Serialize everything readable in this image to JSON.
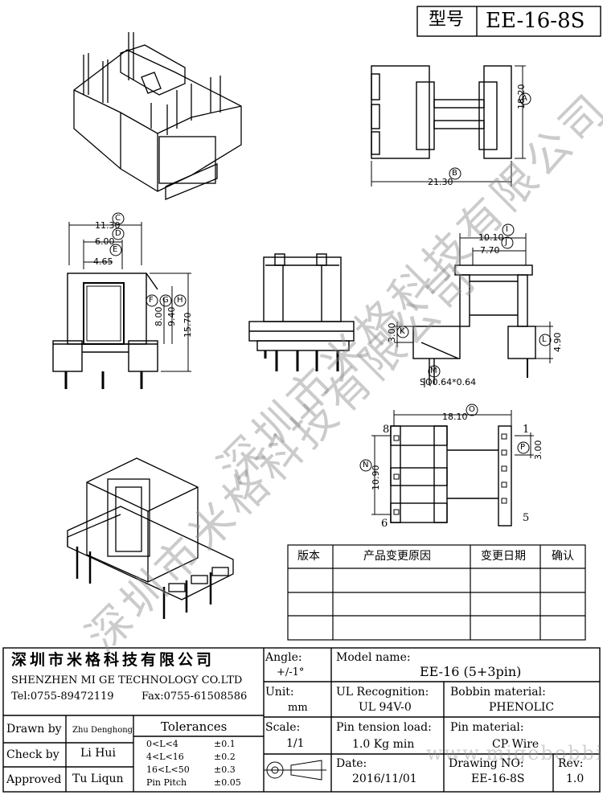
{
  "header": {
    "type_label": "型号",
    "model_code": "EE-16-8S"
  },
  "watermarks": {
    "diag1": "深圳市米格科技有限公司",
    "diag2": "深圳市米格科技有限公司",
    "url": "www.migebobbin.com"
  },
  "dimensions": {
    "d18_20": "18.20",
    "A": "A",
    "d21_30": "21.30",
    "B": "B",
    "d11_30": "11.30",
    "C": "C",
    "d6_00": "6.00",
    "D": "D",
    "d4_65": "4.65",
    "E": "E",
    "d8_00": "8.00",
    "F": "F",
    "d9_40": "9.40",
    "G": "G",
    "d15_70": "15.70",
    "H": "H",
    "d10_10": "10.10",
    "I": "I",
    "d7_70": "7.70",
    "J": "J",
    "d3_00a": "3.00",
    "K": "K",
    "d4_90": "4.90",
    "L": "L",
    "M": "M",
    "sq": "SQ0.64*0.64",
    "d18_10": "18.10",
    "O": "O",
    "d3_00b": "3.00",
    "P": "P",
    "d10_90": "10.90",
    "N": "N",
    "pin8": "8",
    "pin1": "1",
    "pin6": "6",
    "pin5": "5"
  },
  "revision_table": {
    "headers": [
      "版本",
      "产品变更原因",
      "变更日期",
      "确认"
    ],
    "rows": 3
  },
  "title_block": {
    "company_cn": "深圳市米格科技有限公司",
    "company_en": "SHENZHEN  MI GE TECHNOLOGY  CO.LTD",
    "tel": "Tel:0755-89472119",
    "fax": "Fax:0755-61508586",
    "drawn_by_label": "Drawn by",
    "drawn_by": "Zhu Denghong",
    "check_by_label": "Check by",
    "check_by": "Li Hui",
    "approved_label": "Approved",
    "approved": "Tu Liqun",
    "tolerances_label": "Tolerances",
    "tol_rows": [
      {
        "range": "0<L<4",
        "value": "±0.1"
      },
      {
        "range": "4<L<16",
        "value": "±0.2"
      },
      {
        "range": "16<L<50",
        "value": "±0.3"
      },
      {
        "range": "Pin Pitch",
        "value": "±0.05"
      }
    ],
    "angle_label": "Angle:",
    "angle_value": "+/-1°",
    "unit_label": "Unit:",
    "unit_value": "mm",
    "scale_label": "Scale:",
    "scale_value": "1/1",
    "model_name_label": "Model name:",
    "model_name": "EE-16 (5+3pin)",
    "ul_label": "UL Recognition:",
    "ul_value": "UL 94V-0",
    "bobbin_label": "Bobbin material:",
    "bobbin_value": "PHENOLIC",
    "pin_tension_label": "Pin tension load:",
    "pin_tension_value": "1.0 Kg min",
    "pin_material_label": "Pin material:",
    "pin_material_value": "CP Wire",
    "date_label": "Date:",
    "date_value": "2016/11/01",
    "drawing_no_label": "Drawing NO:",
    "drawing_no_value": "EE-16-8S",
    "rev_label": "Rev:",
    "rev_value": "1.0"
  }
}
